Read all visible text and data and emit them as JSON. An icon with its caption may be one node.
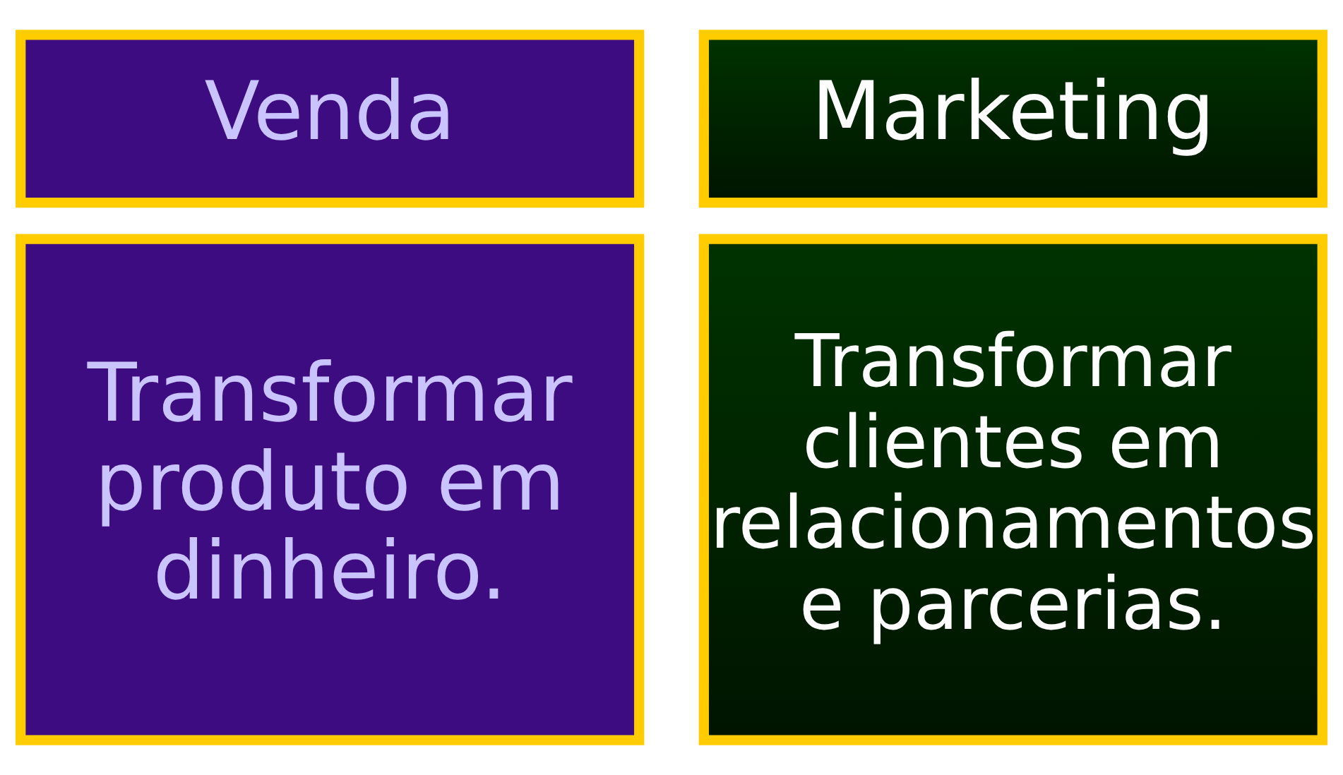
{
  "diagram": {
    "nodes": [
      {
        "text": [
          "Venda"
        ]
      },
      {
        "text": [
          "Marketing"
        ]
      },
      {
        "text": [
          "Transformar produto em dinheiro."
        ]
      },
      {
        "text": [
          "Transformar clientes em relacionamentos e parcerias."
        ]
      }
    ],
    "edges": []
  }
}
